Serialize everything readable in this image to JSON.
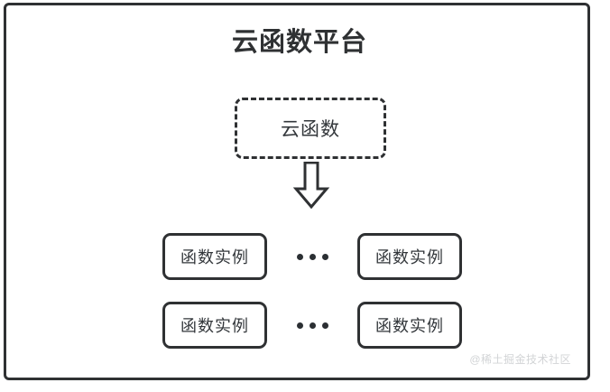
{
  "diagram": {
    "platform": {
      "title": "云函数平台"
    },
    "cloud_function": {
      "label": "云函数",
      "border_style": "dashed"
    },
    "arrow": {
      "icon": "down-block-arrow-icon",
      "direction": "down"
    },
    "instance_rows": [
      {
        "left": {
          "label": "函数实例"
        },
        "ellipsis": "•••",
        "right": {
          "label": "函数实例"
        }
      },
      {
        "left": {
          "label": "函数实例"
        },
        "ellipsis": "•••",
        "right": {
          "label": "函数实例"
        }
      }
    ],
    "watermark": "@稀土掘金技术社区",
    "colors": {
      "stroke": "#2f3133",
      "text": "#33373b",
      "background": "#ffffff",
      "watermark": "#d2d4d6"
    }
  }
}
